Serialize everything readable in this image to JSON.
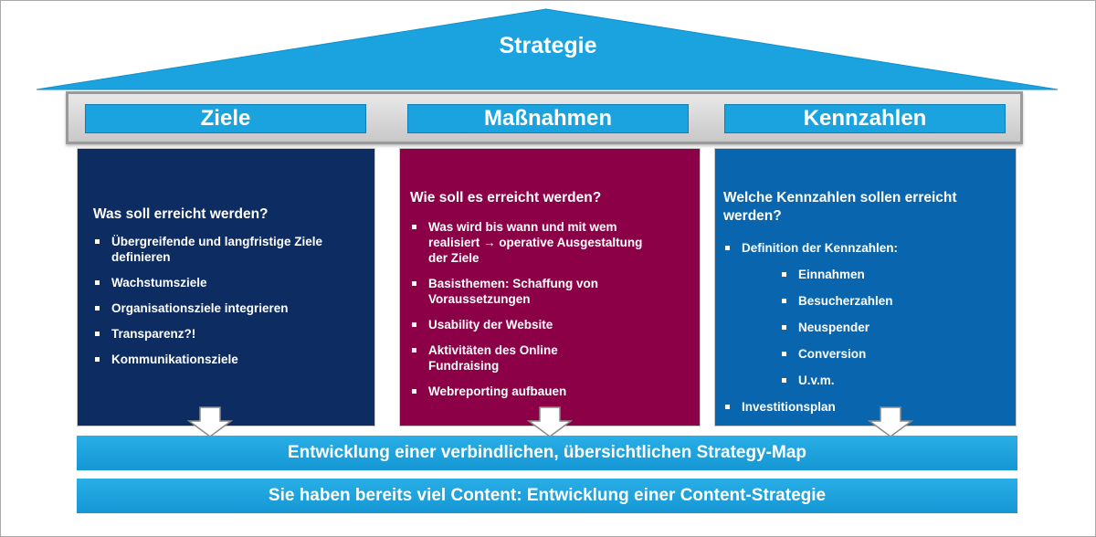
{
  "roof": {
    "title": "Strategie"
  },
  "beam": {
    "labels": [
      "Ziele",
      "Maßnahmen",
      "Kennzahlen"
    ]
  },
  "pillars": [
    {
      "question": "Was soll erreicht werden?",
      "items": [
        "Übergreifende und langfristige Ziele definieren",
        "Wachstumsziele",
        "Organisationsziele integrieren",
        "Transparenz?!",
        "Kommunikationsziele"
      ]
    },
    {
      "question": "Wie soll es erreicht werden?",
      "items": [
        "Was wird bis wann und mit wem realisiert → operative Ausgestaltung der Ziele",
        "Basisthemen: Schaffung von Voraussetzungen",
        "Usability der Website",
        "Aktivitäten des Online Fundraising",
        "Webreporting aufbauen"
      ]
    },
    {
      "question": "Welche Kennzahlen sollen erreicht werden?",
      "items": [
        "Definition der Kennzahlen:",
        "Investitionsplan"
      ],
      "subitems": [
        "Einnahmen",
        "Besucherzahlen",
        "Neuspender",
        "Conversion",
        "U.v.m."
      ]
    }
  ],
  "bars": {
    "strategy_map": "Entwicklung einer verbindlichen, übersichtlichen Strategy-Map",
    "content_strategy": "Sie haben bereits viel Content: Entwicklung einer Content-Strategie"
  },
  "colors": {
    "roof": "#1aa3df",
    "pillar_ziele": "#0d2c62",
    "pillar_massnahmen": "#8b0047",
    "pillar_kennzahlen": "#0966ae",
    "bar": "#1aa3df"
  }
}
